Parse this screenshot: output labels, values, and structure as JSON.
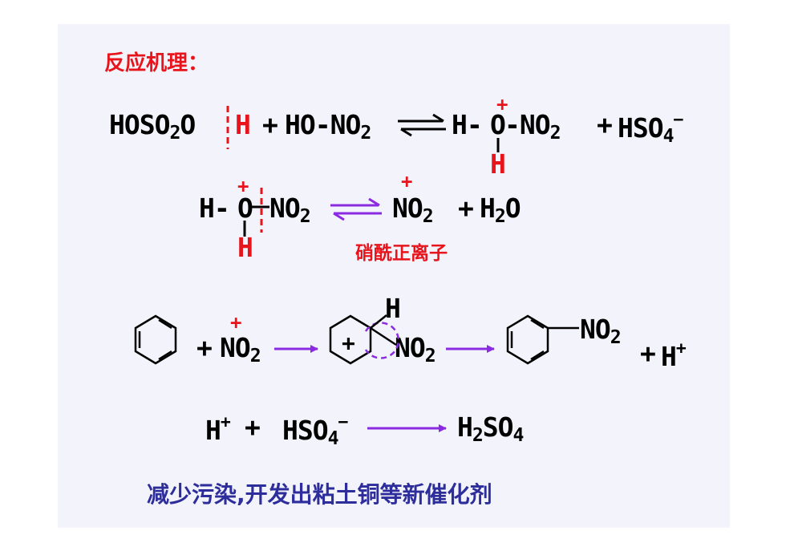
{
  "title": "反应机理：",
  "eq1": {
    "reactant1_a": "HOSO",
    "reactant1_a_sub": "2",
    "reactant1_b": "O",
    "reactant1_h": "H",
    "plus1": "+",
    "reactant2": "HO-NO",
    "reactant2_sub": "2",
    "product1_h": "H-",
    "product1_o": "O",
    "product1_charge": "+",
    "product1_no2": "-NO",
    "product1_sub": "2",
    "product1_bottom_h": "H",
    "plus2": "+",
    "product2": "HSO",
    "product2_sub": "4",
    "product2_charge": "−"
  },
  "eq2": {
    "reactant_h": "H-",
    "reactant_o": "O",
    "reactant_charge": "+",
    "reactant_no2": "NO",
    "reactant_sub": "2",
    "reactant_bottom_h": "H",
    "product_no2": "NO",
    "product_sub": "2",
    "product_charge": "+",
    "plus": "+",
    "water_h": "H",
    "water_sub": "2",
    "water_o": "O",
    "caption": "硝酰正离子"
  },
  "eq3": {
    "plus1": "+",
    "nitronium": "NO",
    "nitronium_sub": "2",
    "nitronium_charge": "+",
    "intermediate_h": "H",
    "intermediate_no2": "NO",
    "intermediate_sub": "2",
    "ring_charge": "+",
    "product_no2": "NO",
    "product_sub": "2",
    "plus2": "+",
    "proton": "H",
    "proton_charge": "+"
  },
  "eq4": {
    "proton": "H",
    "proton_charge": "+",
    "plus": "+",
    "bisulfate": "HSO",
    "bisulfate_sub": "4",
    "bisulfate_charge": "−",
    "product_h": "H",
    "product_h_sub": "2",
    "product_so": "SO",
    "product_so_sub": "4"
  },
  "footer": "减少污染,开发出粘土铜等新催化剂",
  "colors": {
    "red": "#e8141c",
    "purple": "#8a2be2",
    "navy": "#2d2d9b",
    "background": "#f3f3fb"
  }
}
